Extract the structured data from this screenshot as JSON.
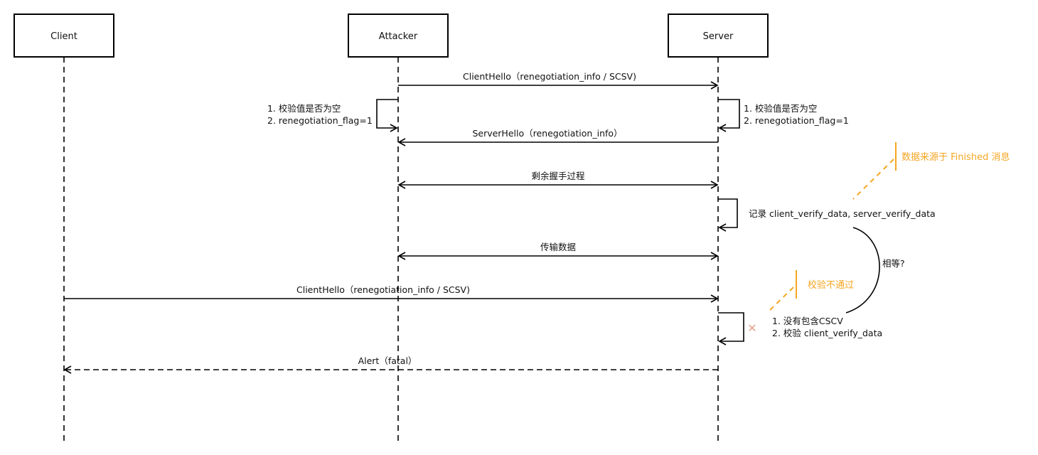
{
  "colors": {
    "line": "#000000",
    "annotation": "#f5a623",
    "reject_mark": "#e8a090"
  },
  "actors": [
    {
      "id": "client",
      "label": "Client"
    },
    {
      "id": "attacker",
      "label": "Attacker"
    },
    {
      "id": "server",
      "label": "Server"
    }
  ],
  "messages": [
    {
      "from": "attacker",
      "to": "server",
      "label": "ClientHello（renegotiation_info / SCSV)",
      "style": "solid",
      "arrow": "end"
    },
    {
      "from": "server",
      "to": "attacker",
      "label": "ServerHello（renegotiation_info）",
      "style": "solid",
      "arrow": "end"
    },
    {
      "from": "attacker",
      "to": "server",
      "label": "剩余握手过程",
      "style": "solid",
      "arrow": "both"
    },
    {
      "from": "attacker",
      "to": "server",
      "label": "传输数据",
      "style": "solid",
      "arrow": "both"
    },
    {
      "from": "client",
      "to": "server",
      "label": "ClientHello（renegotiation_info / SCSV)",
      "style": "solid",
      "arrow": "end"
    },
    {
      "from": "server",
      "to": "client",
      "label": "Alert（fatal）",
      "style": "dashed",
      "arrow": "end"
    }
  ],
  "self_loops": {
    "attacker_check": {
      "lines": [
        "1. 校验值是否为空",
        "2. renegotiation_flag=1"
      ]
    },
    "server_check": {
      "lines": [
        "1. 校验值是否为空",
        "2. renegotiation_flag=1"
      ]
    },
    "server_record": {
      "lines": [
        "记录 client_verify_data, server_verify_data"
      ]
    },
    "server_verify": {
      "lines": [
        "1. 没有包含CSCV",
        "2. 校验 client_verify_data"
      ]
    }
  },
  "annotations": {
    "finished_source": "数据来源于 Finished 消息",
    "equal_question": "相等?",
    "verify_failed": "校验不通过",
    "reject_symbol": "✕"
  }
}
